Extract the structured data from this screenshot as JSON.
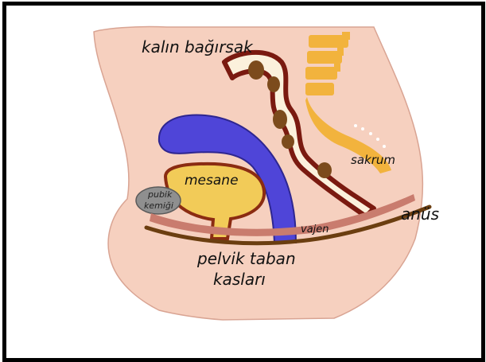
{
  "labels": {
    "colon": "kalın bağırsak",
    "sacrum": "sakrum",
    "bladder": "mesane",
    "pubic_bone_line1": "pubik",
    "pubic_bone_line2": "kemiği",
    "anus": "anüs",
    "vagina": "vajen",
    "pelvic_floor_line1": "pelvik taban",
    "pelvic_floor_line2": "kasları"
  },
  "colors": {
    "skin": "#f6d0bf",
    "skin_outline": "#d9a493",
    "colon_wall": "#7a1a10",
    "colon_lumen": "#fbf1dc",
    "stool": "#7c4b1c",
    "sacrum": "#f2b33d",
    "uterus": "#4f45d8",
    "bladder": "#f2cb58",
    "bladder_outline": "#8b2c12",
    "pubic_bone": "#8f8f8f",
    "pelvic_muscle": "#c97c6e",
    "pelvic_floor_line": "#6b3e10"
  }
}
